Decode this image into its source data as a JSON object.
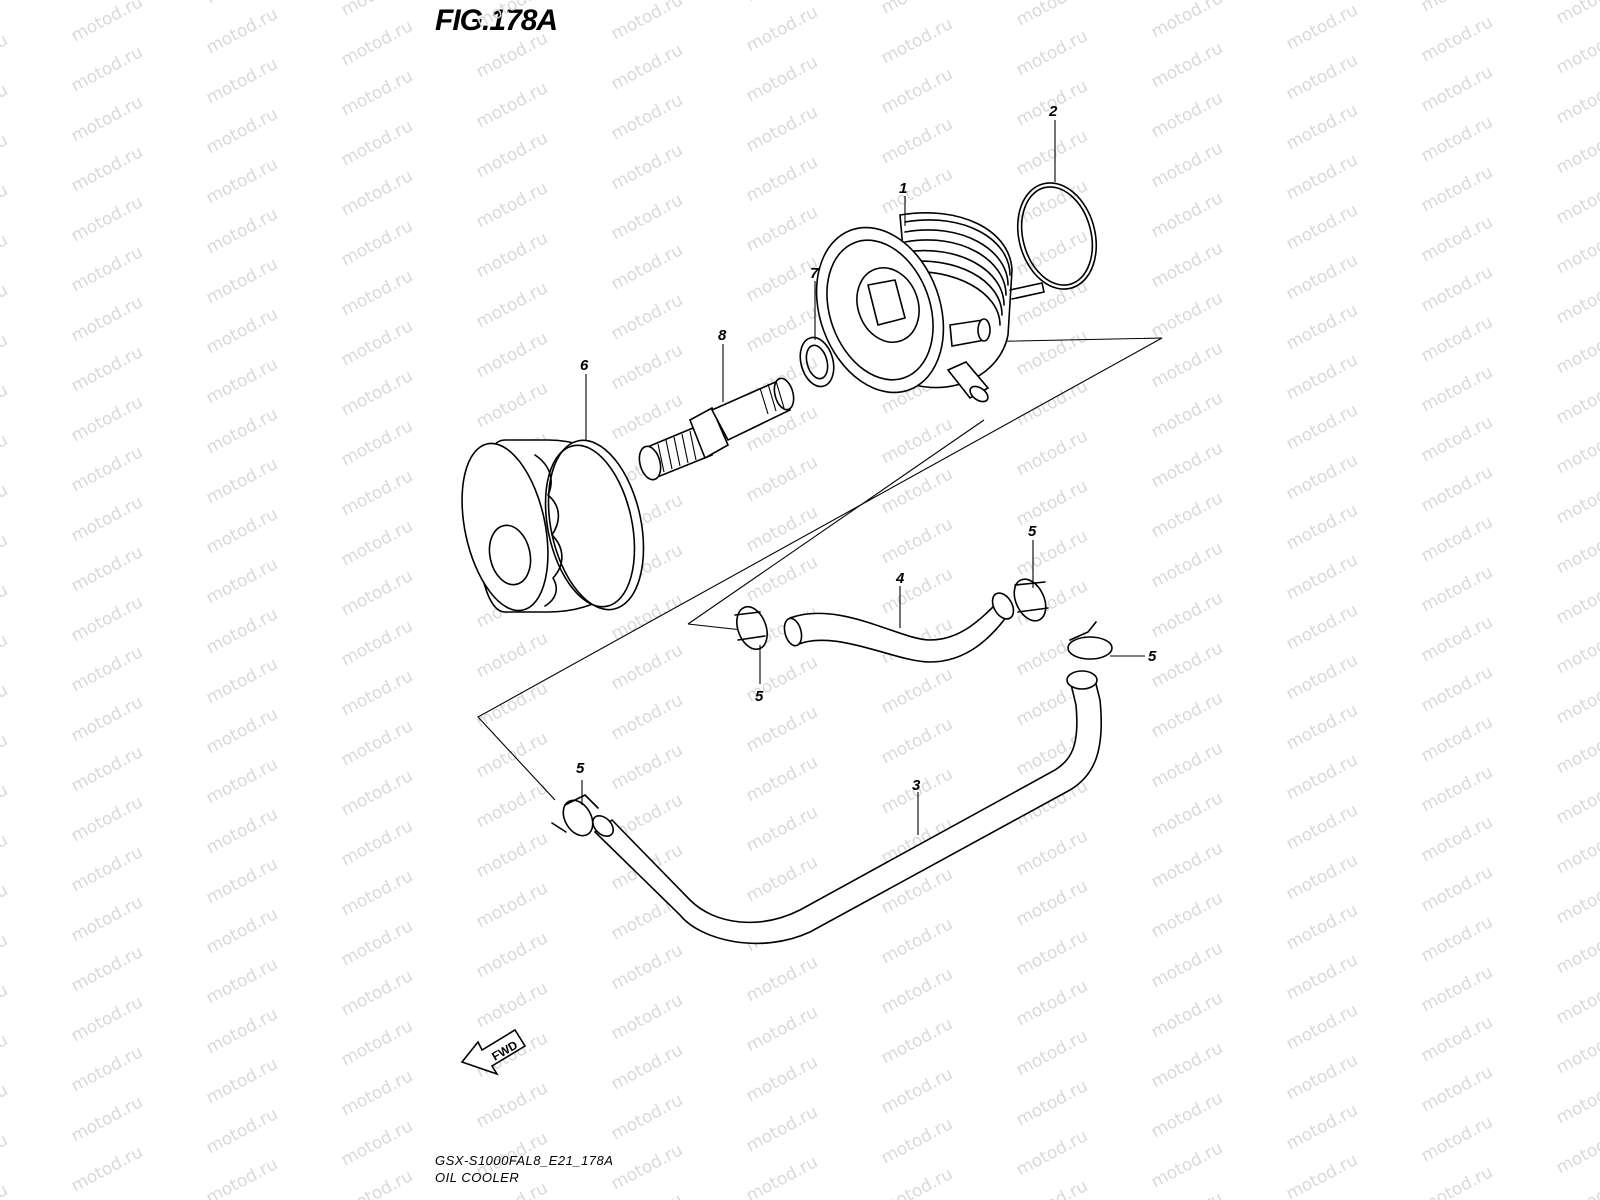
{
  "figure": {
    "title": "FIG.178A",
    "model_code": "GSX-S1000FAL8_E21_178A",
    "assembly_name": "OIL COOLER",
    "watermark": "motod.ru",
    "fwd_label": "FWD"
  },
  "callouts": [
    {
      "id": "c1",
      "text": "1"
    },
    {
      "id": "c2",
      "text": "2"
    },
    {
      "id": "c3",
      "text": "3"
    },
    {
      "id": "c4",
      "text": "4"
    },
    {
      "id": "c5a",
      "text": "5"
    },
    {
      "id": "c5b",
      "text": "5"
    },
    {
      "id": "c5c",
      "text": "5"
    },
    {
      "id": "c5d",
      "text": "5"
    },
    {
      "id": "c6",
      "text": "6"
    },
    {
      "id": "c7",
      "text": "7"
    },
    {
      "id": "c8",
      "text": "8"
    }
  ]
}
